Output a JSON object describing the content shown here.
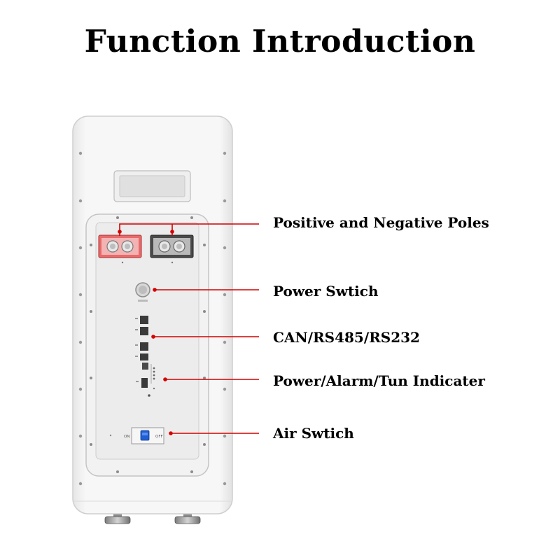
{
  "title": "Function Introduction",
  "callouts": [
    {
      "label": "Positive and Negative Poles"
    },
    {
      "label": "Power Swtich"
    },
    {
      "label": "CAN/RS485/RS232"
    },
    {
      "label": "Power/Alarm/Tun Indicater"
    },
    {
      "label": "Air Swtich"
    }
  ],
  "device": {
    "switch_on_label": "ON",
    "switch_off_label": "OFF"
  },
  "colors": {
    "callout_line": "#d40000",
    "positive_terminal": "#e86a6a",
    "negative_terminal": "#4a4a4a",
    "breaker_toggle": "#1f5fd6",
    "casing": "#f4f4f4"
  }
}
